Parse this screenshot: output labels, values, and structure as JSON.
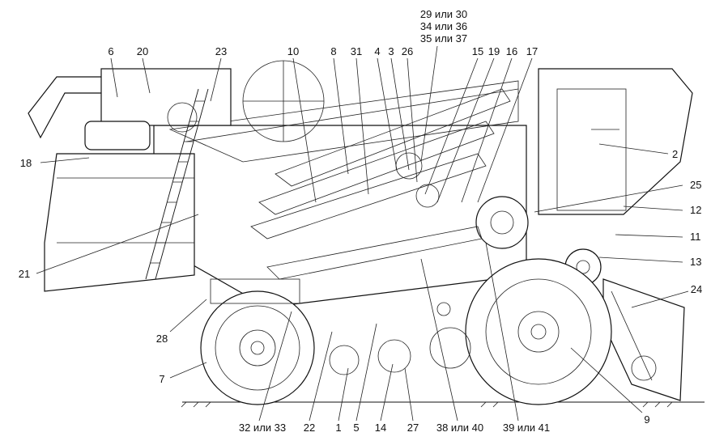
{
  "callouts": [
    {
      "id": "c1",
      "text": "6"
    },
    {
      "id": "c2",
      "text": "20"
    },
    {
      "id": "c3",
      "text": "23"
    },
    {
      "id": "c4",
      "text": "10"
    },
    {
      "id": "c5",
      "text": "8"
    },
    {
      "id": "c6",
      "text": "31"
    },
    {
      "id": "c7",
      "text": "4"
    },
    {
      "id": "c8",
      "text": "3"
    },
    {
      "id": "c9",
      "text": "26"
    },
    {
      "id": "c10",
      "text": "29 или 30"
    },
    {
      "id": "c11",
      "text": "34 или 36"
    },
    {
      "id": "c12",
      "text": "35 или 37"
    },
    {
      "id": "c13",
      "text": "15"
    },
    {
      "id": "c14",
      "text": "19"
    },
    {
      "id": "c15",
      "text": "16"
    },
    {
      "id": "c16",
      "text": "17"
    },
    {
      "id": "c17",
      "text": "18"
    },
    {
      "id": "c18",
      "text": "2"
    },
    {
      "id": "c19",
      "text": "25"
    },
    {
      "id": "c20",
      "text": "12"
    },
    {
      "id": "c21",
      "text": "11"
    },
    {
      "id": "c22",
      "text": "13"
    },
    {
      "id": "c23",
      "text": "21"
    },
    {
      "id": "c24",
      "text": "24"
    },
    {
      "id": "c25",
      "text": "28"
    },
    {
      "id": "c26",
      "text": "7"
    },
    {
      "id": "c27",
      "text": "9"
    },
    {
      "id": "c28",
      "text": "32 или 33"
    },
    {
      "id": "c29",
      "text": "22"
    },
    {
      "id": "c30",
      "text": "1"
    },
    {
      "id": "c31",
      "text": "5"
    },
    {
      "id": "c32",
      "text": "14"
    },
    {
      "id": "c33",
      "text": "27"
    },
    {
      "id": "c34",
      "text": "38 или 40"
    },
    {
      "id": "c35",
      "text": "39 или 41"
    }
  ]
}
